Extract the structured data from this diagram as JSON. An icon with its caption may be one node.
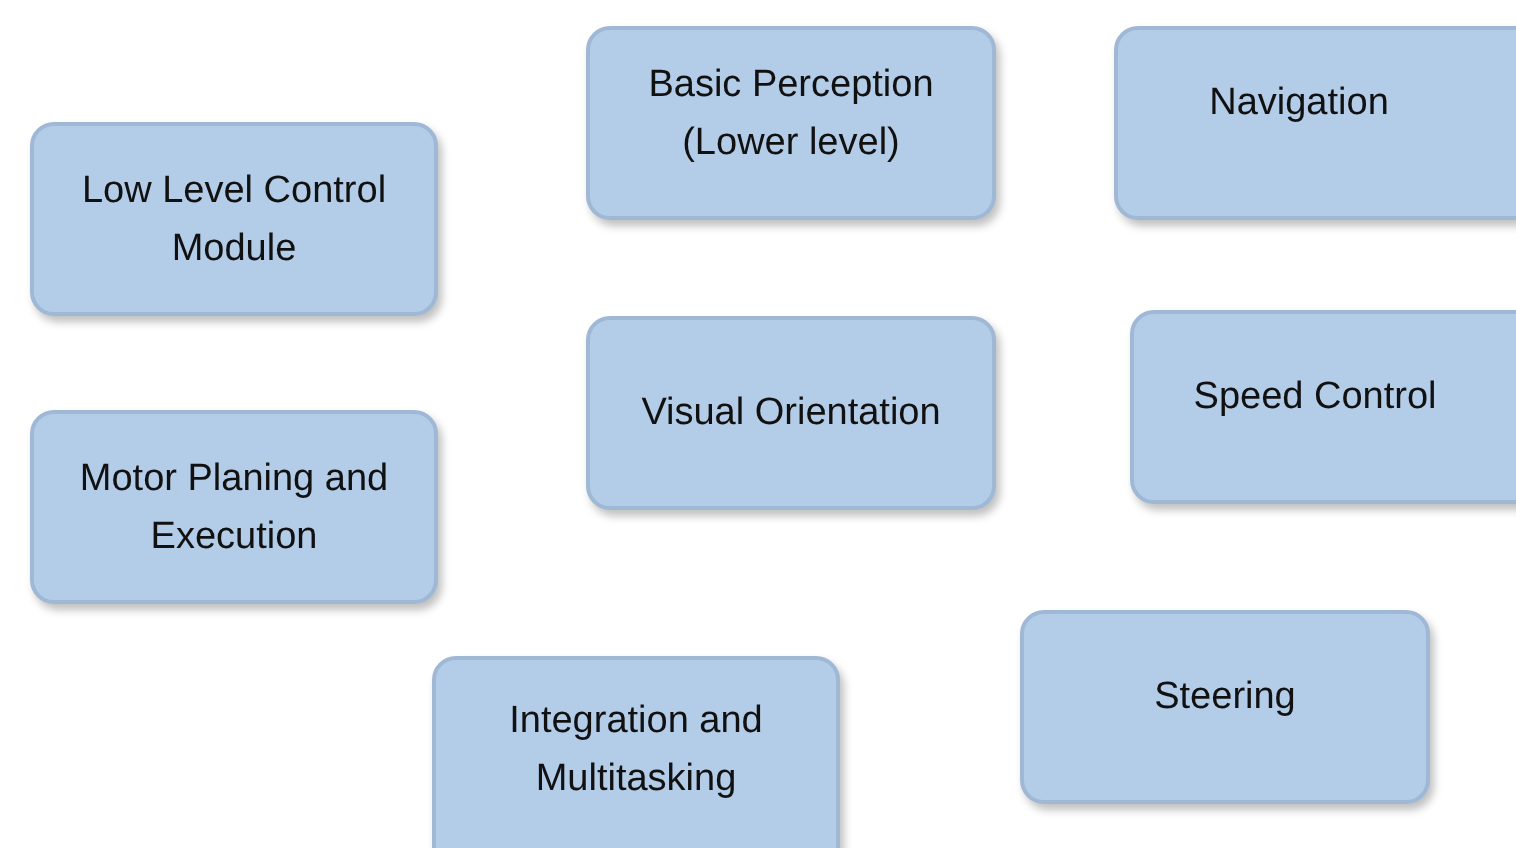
{
  "diagram": {
    "nodes": [
      {
        "text": [
          "Basic Perception (Lower level)"
        ]
      },
      {
        "text": [
          "Navigation"
        ]
      },
      {
        "text": [
          "Low Level Control Module"
        ]
      },
      {
        "text": [
          "Visual Orientation"
        ]
      },
      {
        "text": [
          "Speed Control"
        ]
      },
      {
        "text": [
          "Motor Planing and Execution"
        ]
      },
      {
        "text": [
          "Steering"
        ]
      },
      {
        "text": [
          "Integration and Multitasking"
        ]
      }
    ]
  }
}
